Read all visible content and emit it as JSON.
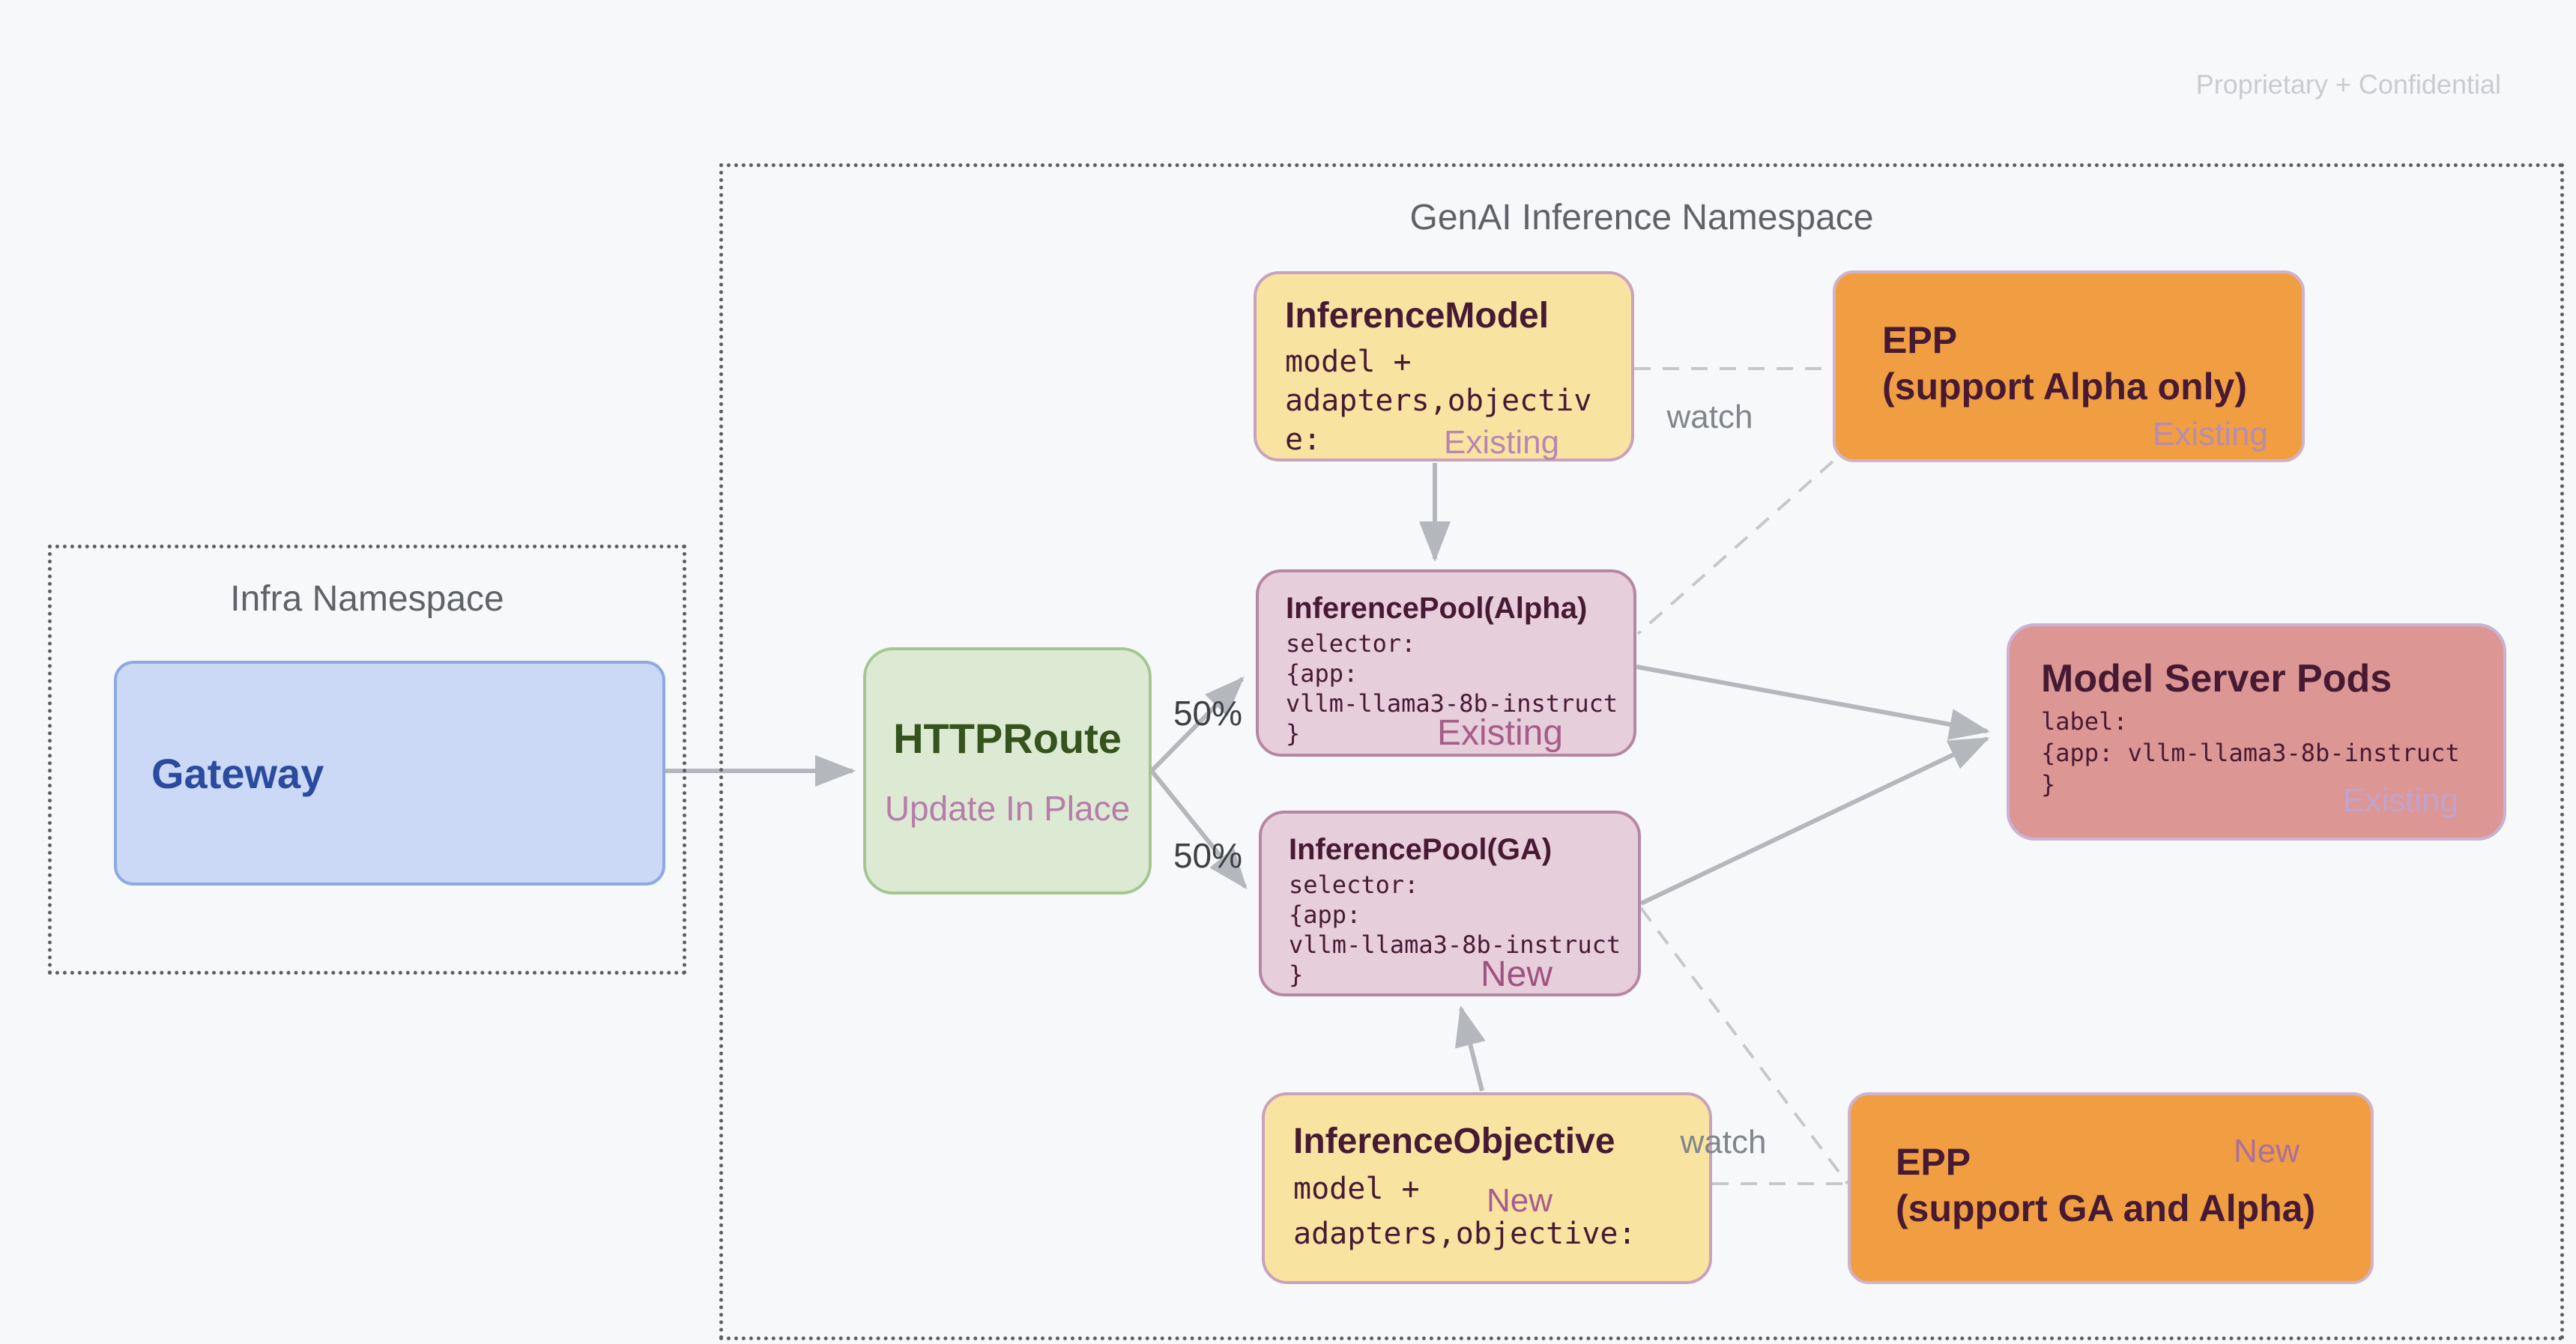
{
  "page": {
    "confidential": "Proprietary + Confidential"
  },
  "namespaces": {
    "infra": {
      "title": "Infra Namespace"
    },
    "genai": {
      "title": "GenAI Inference Namespace"
    }
  },
  "nodes": {
    "gateway": {
      "title": "Gateway"
    },
    "httproute": {
      "title": "HTTPRoute",
      "subtitle": "Update In Place"
    },
    "inference_model": {
      "title": "InferenceModel",
      "code": "model +\nadapters,objectiv\ne:",
      "status": "Existing"
    },
    "epp_alpha": {
      "title": "EPP",
      "subtitle": "(support Alpha only)",
      "status": "Existing"
    },
    "inference_pool_alpha": {
      "title": "InferencePool(Alpha)",
      "code": "selector:\n{app:\nvllm-llama3-8b-instruct\n}",
      "status": "Existing"
    },
    "inference_pool_ga": {
      "title": "InferencePool(GA)",
      "code": "selector:\n{app:\nvllm-llama3-8b-instruct\n}",
      "status": "New"
    },
    "model_server_pods": {
      "title": "Model Server Pods",
      "code": "label:\n{app: vllm-llama3-8b-instruct\n}",
      "status": "Existing"
    },
    "inference_objective": {
      "title": "InferenceObjective",
      "code": "model +\nadapters,objective:",
      "status": "New"
    },
    "epp_ga": {
      "title": "EPP",
      "subtitle": "(support GA and Alpha)",
      "status": "New"
    }
  },
  "labels": {
    "split_top": "50%",
    "split_bottom": "50%",
    "watch_top": "watch",
    "watch_bottom": "watch"
  },
  "colors": {
    "background": "#f7f8fa",
    "yellow_box": "#f9e3a1",
    "pink_box": "#e6cedb",
    "orange_box": "#f09e41",
    "salmon_box": "#dc9795",
    "blue_box": "#ccd9f6",
    "green_box": "#dcead3",
    "maroon_text": "#471a34",
    "gray_text": "#5f6368",
    "connector": "#b4b7bb",
    "status_pink": "#a65c87"
  }
}
